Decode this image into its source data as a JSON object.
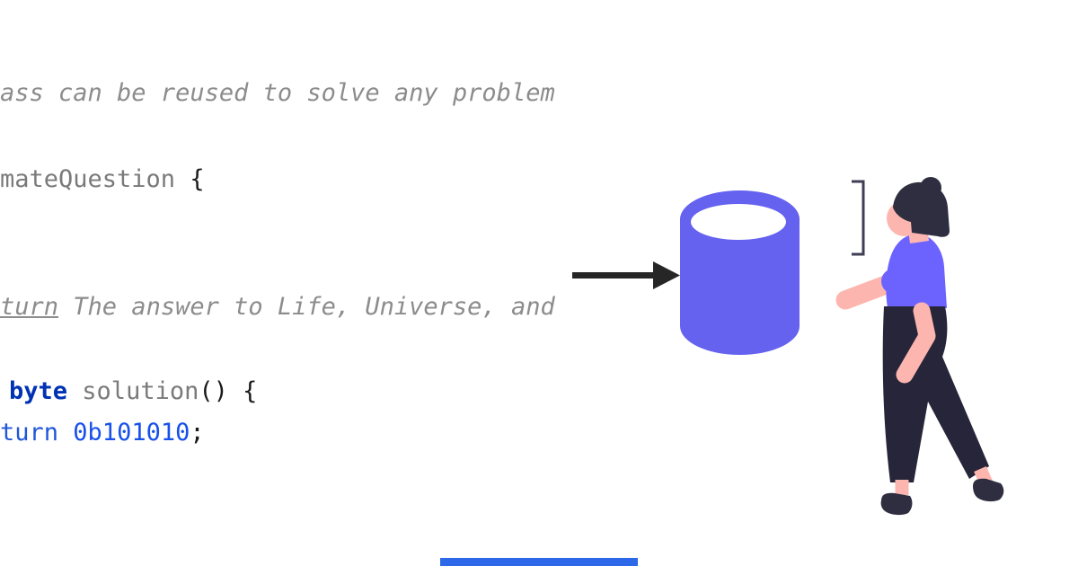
{
  "card": {
    "type": "code-illustration-banner",
    "background": "#ffffff"
  },
  "code": {
    "language_hint": "java",
    "token_styles": {
      "comment": {
        "color": "#8c8c8c",
        "italic": true
      },
      "doc_tag": {
        "color": "#8c8c8c",
        "italic": true,
        "underline": true
      },
      "identifier": {
        "color": "#7a7a7a"
      },
      "plain": {
        "color": "#1a1a1a"
      },
      "keyword": {
        "color": "#0033b3",
        "bold": true
      },
      "keyword_alt": {
        "color": "#2057d8"
      },
      "number": {
        "color": "#1750eb"
      }
    },
    "lines": [
      {
        "tokens": [
          {
            "text": "ass can be reused to solve any problem",
            "style": "comment"
          }
        ]
      },
      {
        "tokens": [
          {
            "text": "mateQuestion",
            "style": "identifier"
          },
          {
            "text": " {",
            "style": "plain"
          }
        ]
      },
      {
        "tokens": [
          {
            "text": "turn",
            "style": "doc_tag"
          },
          {
            "text": " The answer to Life, Universe, and",
            "style": "comment"
          }
        ]
      },
      {
        "tokens": [
          {
            "text": "byte",
            "style": "keyword"
          },
          {
            "text": " ",
            "style": "plain"
          },
          {
            "text": "solution",
            "style": "identifier"
          },
          {
            "text": "() {",
            "style": "plain"
          }
        ]
      },
      {
        "tokens": [
          {
            "text": "turn",
            "style": "keyword_alt"
          },
          {
            "text": " ",
            "style": "plain"
          },
          {
            "text": "0b101010",
            "style": "number"
          },
          {
            "text": ";",
            "style": "plain"
          }
        ]
      }
    ]
  },
  "illustration": {
    "arrow_icon": {
      "label": "arrow-right",
      "color": "#262626"
    },
    "database_icon": {
      "label": "database-cylinder",
      "color": "#6462ef",
      "opening_color": "#ffffff"
    },
    "bracket_shape": {
      "label": "square-bracket",
      "color": "#3f3d56"
    },
    "person": {
      "label": "walking-woman",
      "hair_color": "#2f2e41",
      "skin_color": "#fdb6af",
      "shirt_color": "#6c63ff",
      "pants_color": "#262539",
      "shoe_color": "#2f2e41"
    }
  },
  "bottom_bar": {
    "color": "#2d68e8"
  }
}
